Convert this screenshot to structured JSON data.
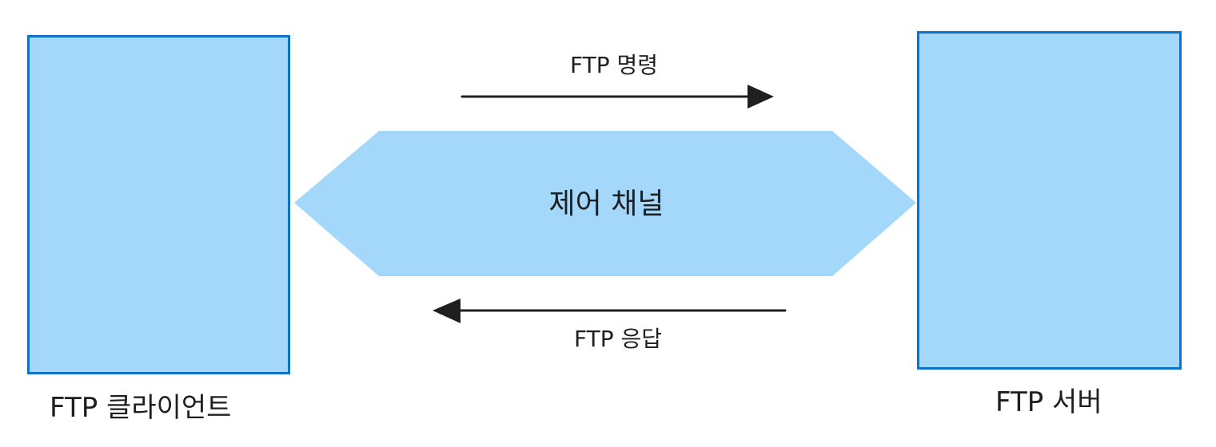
{
  "diagram": {
    "client_label": "FTP 클라이언트",
    "server_label": "FTP 서버",
    "channel_label": "제어 채널",
    "command_label": "FTP 명령",
    "response_label": "FTP 응답"
  },
  "colors": {
    "box_fill": "#a3d8fb",
    "box_border": "#0f72c4",
    "channel_fill": "#a3d8fb",
    "arrow": "#1f1f1f",
    "text": "#1f1f1f",
    "background": "#ffffff"
  }
}
